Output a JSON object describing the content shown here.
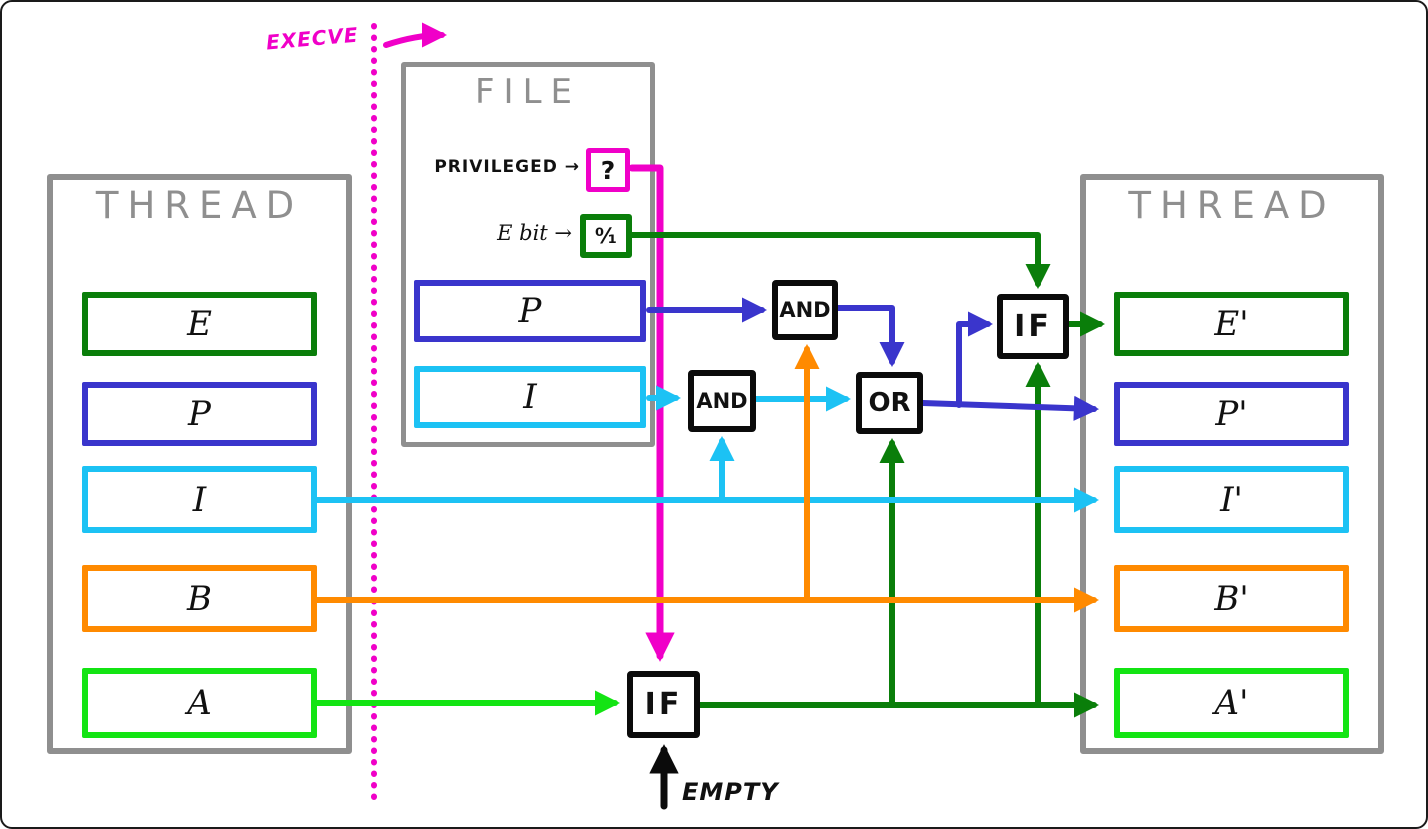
{
  "palette": {
    "magenta": "#f000c8",
    "blue": "#3a35cc",
    "cyan": "#1cc2f4",
    "orange": "#ff8a00",
    "green": "#0a7e0a",
    "lime": "#13e413",
    "gray": "#8f8f8f",
    "black": "#0b0b0b"
  },
  "execve": {
    "label": "EXECVE"
  },
  "empty": {
    "label": "EMPTY"
  },
  "left_thread": {
    "title": "THREAD",
    "caps": [
      {
        "label": "E"
      },
      {
        "label": "P"
      },
      {
        "label": "I"
      },
      {
        "label": "B"
      },
      {
        "label": "A"
      }
    ]
  },
  "right_thread": {
    "title": "THREAD",
    "caps": [
      {
        "label": "E'"
      },
      {
        "label": "P'"
      },
      {
        "label": "I'"
      },
      {
        "label": "B'"
      },
      {
        "label": "A'"
      }
    ]
  },
  "file": {
    "title": "FILE",
    "privileged": {
      "label": "PRIVILEGED →",
      "value": "?"
    },
    "e_bit": {
      "label": "E bit →",
      "value": "⁰⁄₁"
    },
    "caps": [
      {
        "label": "P"
      },
      {
        "label": "I"
      }
    ]
  },
  "gates": {
    "and_permitted": "AND",
    "and_inheritable": "AND",
    "or": "OR",
    "if_effective": "IF",
    "if_ambient": "IF"
  }
}
